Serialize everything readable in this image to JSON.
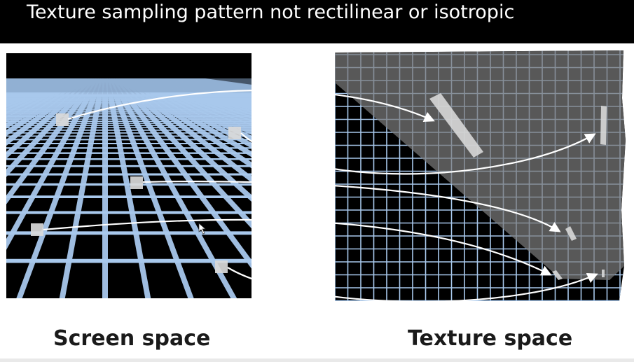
{
  "slide": {
    "title": "Texture sampling pattern not rectilinear or isotropic",
    "left_caption": "Screen space",
    "right_caption": "Texture space"
  },
  "colors": {
    "grid_line": "#a8c8ec",
    "background_dark": "#000000",
    "shaded_region": "#6b6b6b",
    "sample_patch": "#d9d9d9",
    "arrow": "#ffffff"
  }
}
